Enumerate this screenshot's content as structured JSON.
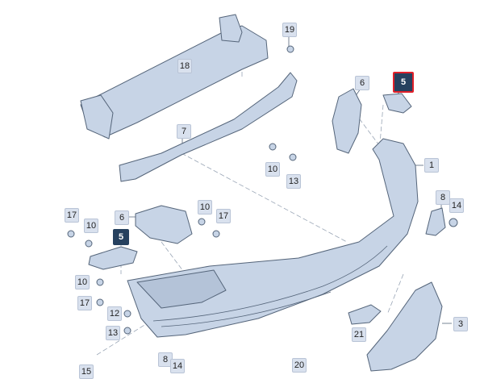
{
  "callouts": {
    "c1": "1",
    "c3": "3",
    "c5_top": "5",
    "c5_mid": "5",
    "c6_top": "6",
    "c6_mid": "6",
    "c7": "7",
    "c8_right": "8",
    "c8_bottom": "8",
    "c10_a": "10",
    "c10_b": "10",
    "c10_c": "10",
    "c10_d": "10",
    "c12": "12",
    "c13_a": "13",
    "c13_b": "13",
    "c14_right": "14",
    "c14_bottom": "14",
    "c15": "15",
    "c17_a": "17",
    "c17_b": "17",
    "c17_c": "17",
    "c18": "18",
    "c19": "19",
    "c20": "20",
    "c21": "21"
  },
  "colors": {
    "part_fill": "#c7d4e6",
    "part_stroke": "#55657a",
    "callout_bg": "#d9e1ee",
    "highlight_bg": "#26415f",
    "highlight_border": "#e0202a"
  }
}
